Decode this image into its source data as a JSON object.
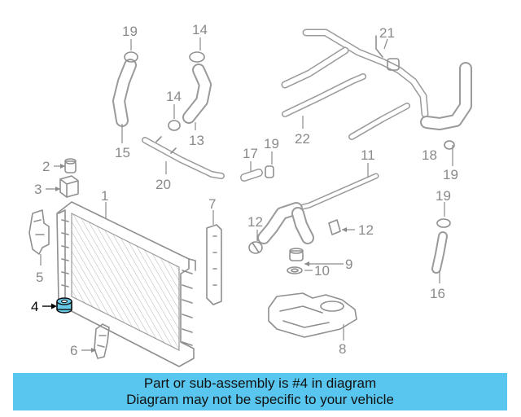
{
  "diagram": {
    "callouts": {
      "c1": "1",
      "c2": "2",
      "c3": "3",
      "c4": "4",
      "c5": "5",
      "c6": "6",
      "c7": "7",
      "c8": "8",
      "c9": "9",
      "c10": "10",
      "c11": "11",
      "c12a": "12",
      "c12b": "12",
      "c13": "13",
      "c14a": "14",
      "c14b": "14",
      "c15": "15",
      "c16": "16",
      "c17": "17",
      "c18": "18",
      "c19a": "19",
      "c19b": "19",
      "c19c": "19",
      "c19d": "19",
      "c20": "20",
      "c21": "21",
      "c22": "22"
    },
    "highlighted_part": "4",
    "highlight_color": "#66c8e6",
    "line_color": "#8f8f8f"
  },
  "banner": {
    "line1": "Part or sub-assembly is #4 in diagram",
    "line2": "Diagram may not be specific to your vehicle",
    "background": "#58c6ee"
  }
}
